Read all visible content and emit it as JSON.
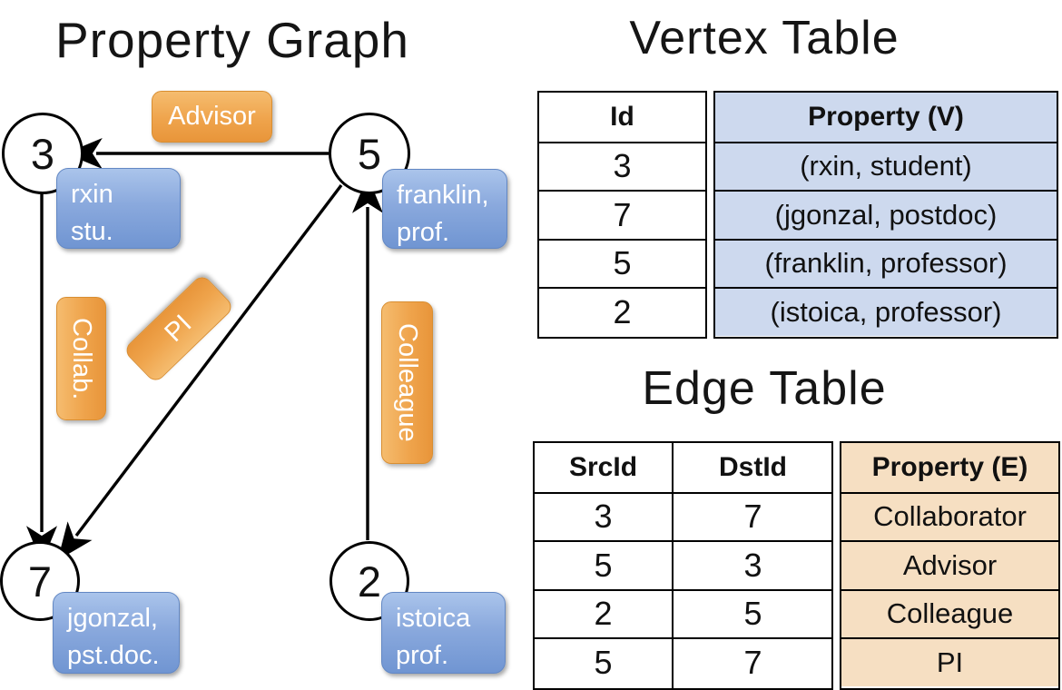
{
  "titles": {
    "graph": "Property Graph",
    "vertex_table": "Vertex Table",
    "edge_table": "Edge Table"
  },
  "graph": {
    "nodes": [
      {
        "id": "3",
        "property_line1": "rxin",
        "property_line2": "stu."
      },
      {
        "id": "5",
        "property_line1": "franklin,",
        "property_line2": "prof."
      },
      {
        "id": "7",
        "property_line1": "jgonzal,",
        "property_line2": "pst.doc."
      },
      {
        "id": "2",
        "property_line1": "istoica",
        "property_line2": "prof."
      }
    ],
    "edge_labels": [
      {
        "text": "Advisor",
        "from": "5",
        "to": "3"
      },
      {
        "text": "Collab.",
        "from": "3",
        "to": "7"
      },
      {
        "text": "PI",
        "from": "5",
        "to": "7"
      },
      {
        "text": "Colleague",
        "from": "2",
        "to": "5"
      }
    ]
  },
  "vertex_table": {
    "headers": {
      "id": "Id",
      "property": "Property (V)"
    },
    "rows": [
      {
        "id": "3",
        "property": "(rxin, student)"
      },
      {
        "id": "7",
        "property": "(jgonzal, postdoc)"
      },
      {
        "id": "5",
        "property": "(franklin, professor)"
      },
      {
        "id": "2",
        "property": "(istoica, professor)"
      }
    ]
  },
  "edge_table": {
    "headers": {
      "src": "SrcId",
      "dst": "DstId",
      "property": "Property (E)"
    },
    "rows": [
      {
        "src": "3",
        "dst": "7",
        "property": "Collaborator"
      },
      {
        "src": "5",
        "dst": "3",
        "property": "Advisor"
      },
      {
        "src": "2",
        "dst": "5",
        "property": "Colleague"
      },
      {
        "src": "5",
        "dst": "7",
        "property": "PI"
      }
    ]
  },
  "colors": {
    "edge_label_fill": "#efa44c",
    "vertex_property_fill": "#7e9fd8",
    "vertex_table_cell_fill": "#cdd9ee",
    "edge_table_cell_fill": "#f6dfc2",
    "line_color": "#000000"
  }
}
